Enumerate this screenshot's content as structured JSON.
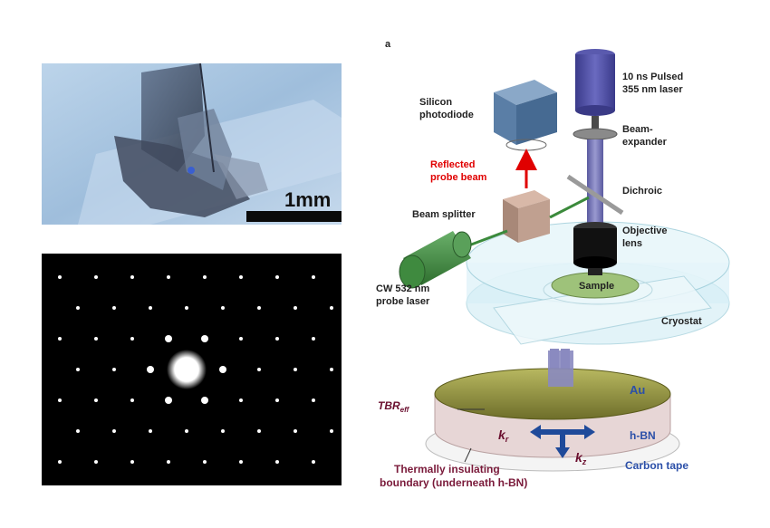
{
  "photo_panel": {
    "scale_bar_label": "1mm"
  },
  "diagram_panel": {
    "panel_letter": "a",
    "labels": {
      "laser": [
        "10 ns Pulsed",
        "355 nm laser"
      ],
      "photodiode": [
        "Silicon",
        "photodiode"
      ],
      "beam_expander": [
        "Beam-",
        "expander"
      ],
      "reflected_beam": [
        "Reflected",
        "probe beam"
      ],
      "dichroic": "Dichroic",
      "beam_splitter": "Beam splitter",
      "objective": [
        "Objective",
        "lens"
      ],
      "probe_laser": [
        "CW 532 nm",
        "probe laser"
      ],
      "sample": "Sample",
      "cryostat": "Cryostat",
      "au": "Au",
      "tbr": "TBR",
      "tbr_sub": "eff",
      "kr": "k",
      "kr_sub": "r",
      "kz": "k",
      "kz_sub": "z",
      "hbn": "h-BN",
      "carbon_tape": "Carbon tape",
      "boundary": [
        "Thermally insulating",
        "boundary (underneath h-BN)"
      ]
    }
  },
  "colors": {
    "laser_body": "#4a4aa0",
    "cryostat": "#cfeaf2",
    "gold": "#8a8a36",
    "hbn": "#e7d6d6",
    "green_laser": "#3b8a3b",
    "arrow_blue": "#1f4a9a"
  }
}
